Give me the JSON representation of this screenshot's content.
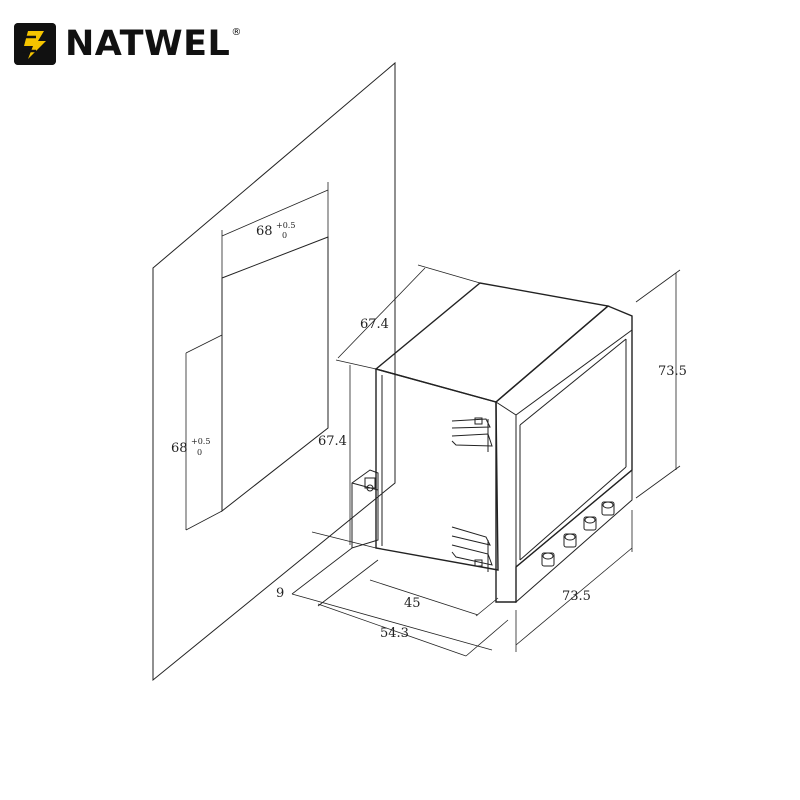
{
  "brand": {
    "name": "NATWEL",
    "registered_mark": "®",
    "logo_color": "#111111",
    "logo_accent": "#f5c400"
  },
  "dimensions": {
    "cutout_width": "68",
    "cutout_width_tol_upper": "+0.5",
    "cutout_width_tol_lower": "0",
    "cutout_height": "68",
    "cutout_height_tol_upper": "+0.5",
    "cutout_height_tol_lower": "0",
    "body_width": "67.4",
    "body_height": "67.4",
    "front_height": "73.5",
    "front_width": "73.5",
    "terminal_depth": "9",
    "body_depth": "45",
    "total_depth": "54.3"
  }
}
